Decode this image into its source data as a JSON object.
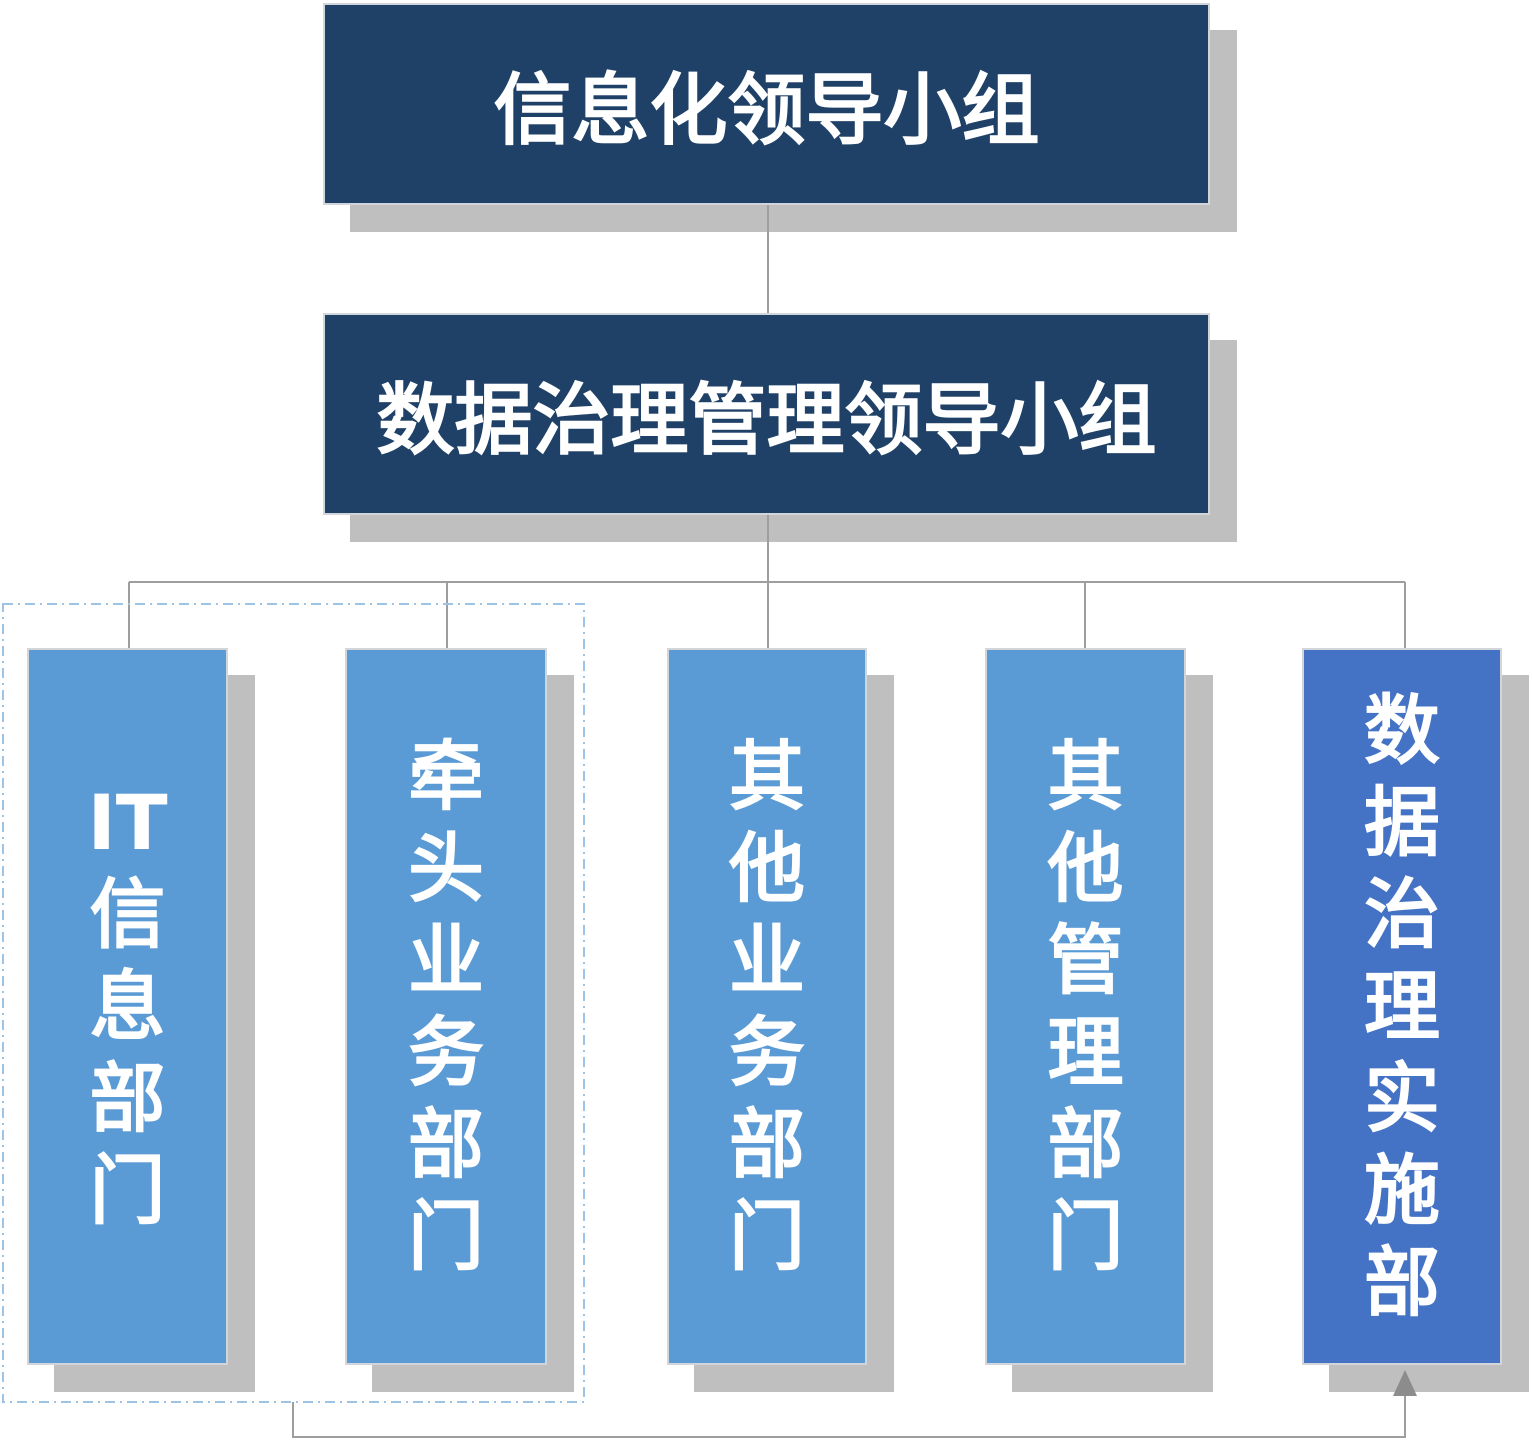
{
  "top_node": {
    "label": "信息化领导小组"
  },
  "middle_node": {
    "label": "数据治理管理领导小组"
  },
  "departments": [
    {
      "label": "IT信息部门"
    },
    {
      "label": "牵头业务部门"
    },
    {
      "label": "其他业务部门"
    },
    {
      "label": "其他管理部门"
    },
    {
      "label": "数据治理实施部"
    }
  ],
  "colors": {
    "navy": "#1f4167",
    "light": "#5b9bd5",
    "accent": "#4472c4",
    "shadow": "#bfbfbf",
    "line": "#9e9e9e",
    "dash": "#9dc3e6"
  }
}
